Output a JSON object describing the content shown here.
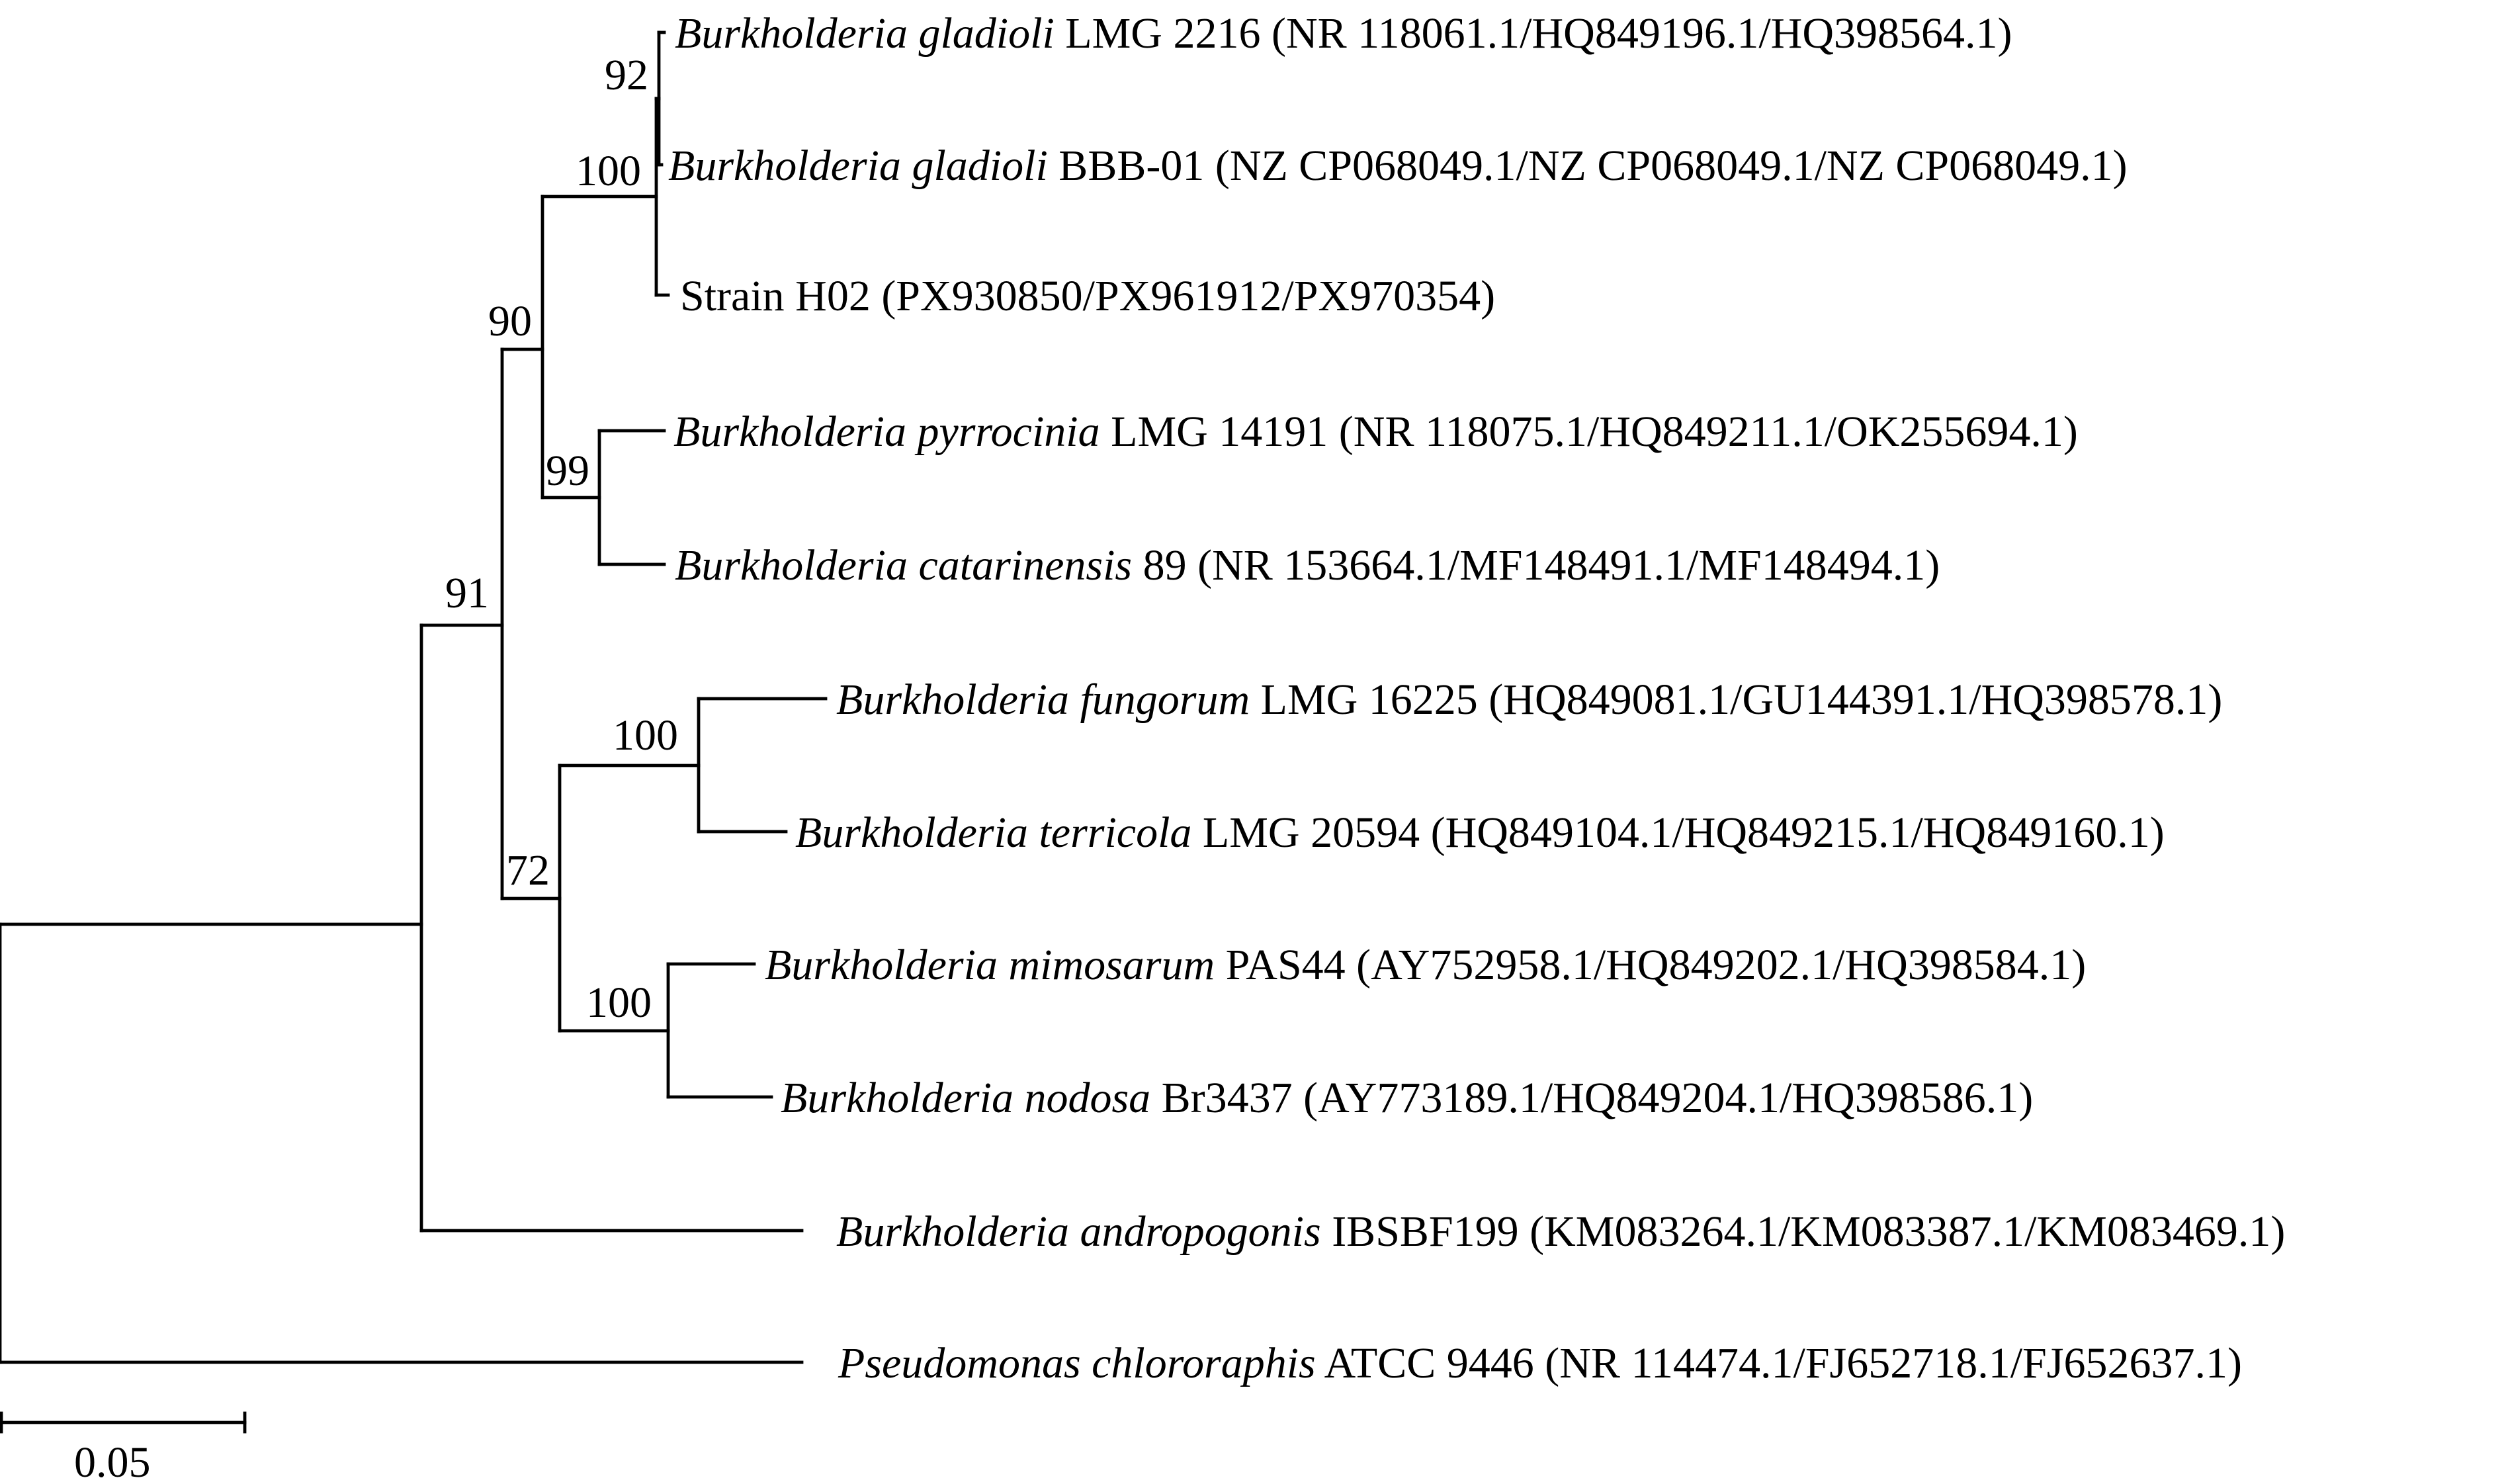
{
  "taxa": {
    "gladioli_lmg": {
      "species": "Burkholderia gladioli",
      "rest": " LMG 2216 (NR 118061.1/HQ849196.1/HQ398564.1)"
    },
    "gladioli_bbb": {
      "species": "Burkholderia gladioli",
      "rest": " BBB-01 (NZ CP068049.1/NZ CP068049.1/NZ CP068049.1)"
    },
    "strain_h02": {
      "species": "",
      "rest": "Strain H02 (PX930850/PX961912/PX970354)"
    },
    "pyrrocinia": {
      "species": "Burkholderia pyrrocinia",
      "rest": " LMG 14191 (NR 118075.1/HQ849211.1/OK255694.1)"
    },
    "catarinensis": {
      "species": "Burkholderia catarinensis",
      "rest": " 89 (NR 153664.1/MF148491.1/MF148494.1)"
    },
    "fungorum": {
      "species": "Burkholderia fungorum",
      "rest": " LMG 16225 (HQ849081.1/GU144391.1/HQ398578.1)"
    },
    "terricola": {
      "species": "Burkholderia terricola",
      "rest": " LMG 20594 (HQ849104.1/HQ849215.1/HQ849160.1)"
    },
    "mimosarum": {
      "species": "Burkholderia mimosarum",
      "rest": " PAS44 (AY752958.1/HQ849202.1/HQ398584.1)"
    },
    "nodosa": {
      "species": "Burkholderia nodosa",
      "rest": " Br3437 (AY773189.1/HQ849204.1/HQ398586.1)"
    },
    "andropogonis": {
      "species": "Burkholderia andropogonis",
      "rest": " IBSBF199 (KM083264.1/KM083387.1/KM083469.1)"
    },
    "chlororaphis": {
      "species": "Pseudomonas chlororaphis",
      "rest": " ATCC 9446 (NR 114474.1/FJ652718.1/FJ652637.1)"
    }
  },
  "bootstrap": {
    "gladioli_pair": "92",
    "gladioli_h02": "100",
    "gladioli_pyrrocinia": "90",
    "pyrrocinia_catarinensis": "99",
    "ingroup": "91",
    "fungorum_terricola": "100",
    "fungorum_mimosarum": "72",
    "mimosarum_nodosa": "100"
  },
  "scale_bar": {
    "label": "0.05"
  },
  "tree": {
    "tip_order": [
      "gladioli_lmg",
      "gladioli_bbb",
      "strain_h02",
      "pyrrocinia",
      "catarinensis",
      "fungorum",
      "terricola",
      "mimosarum",
      "nodosa",
      "andropogonis",
      "chlororaphis"
    ],
    "scale_bar_length": 0.05
  }
}
